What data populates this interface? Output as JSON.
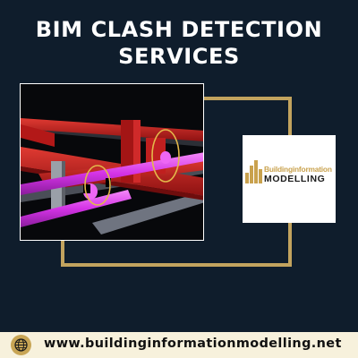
{
  "header": {
    "title_line1": "BIM CLASH DETECTION",
    "title_line2": "SERVICES"
  },
  "logo": {
    "line1": "Buildinginformation",
    "line2": "MODELLING"
  },
  "footer": {
    "url": "www.buildinginformationmodelling.net",
    "icon": "globe-icon"
  },
  "colors": {
    "background": "#0f1d2c",
    "gold": "#c2a35e",
    "footer_bg": "#f7f1dc",
    "beam_red": "#c81e1e",
    "pipe_magenta": "#e23ef0"
  }
}
